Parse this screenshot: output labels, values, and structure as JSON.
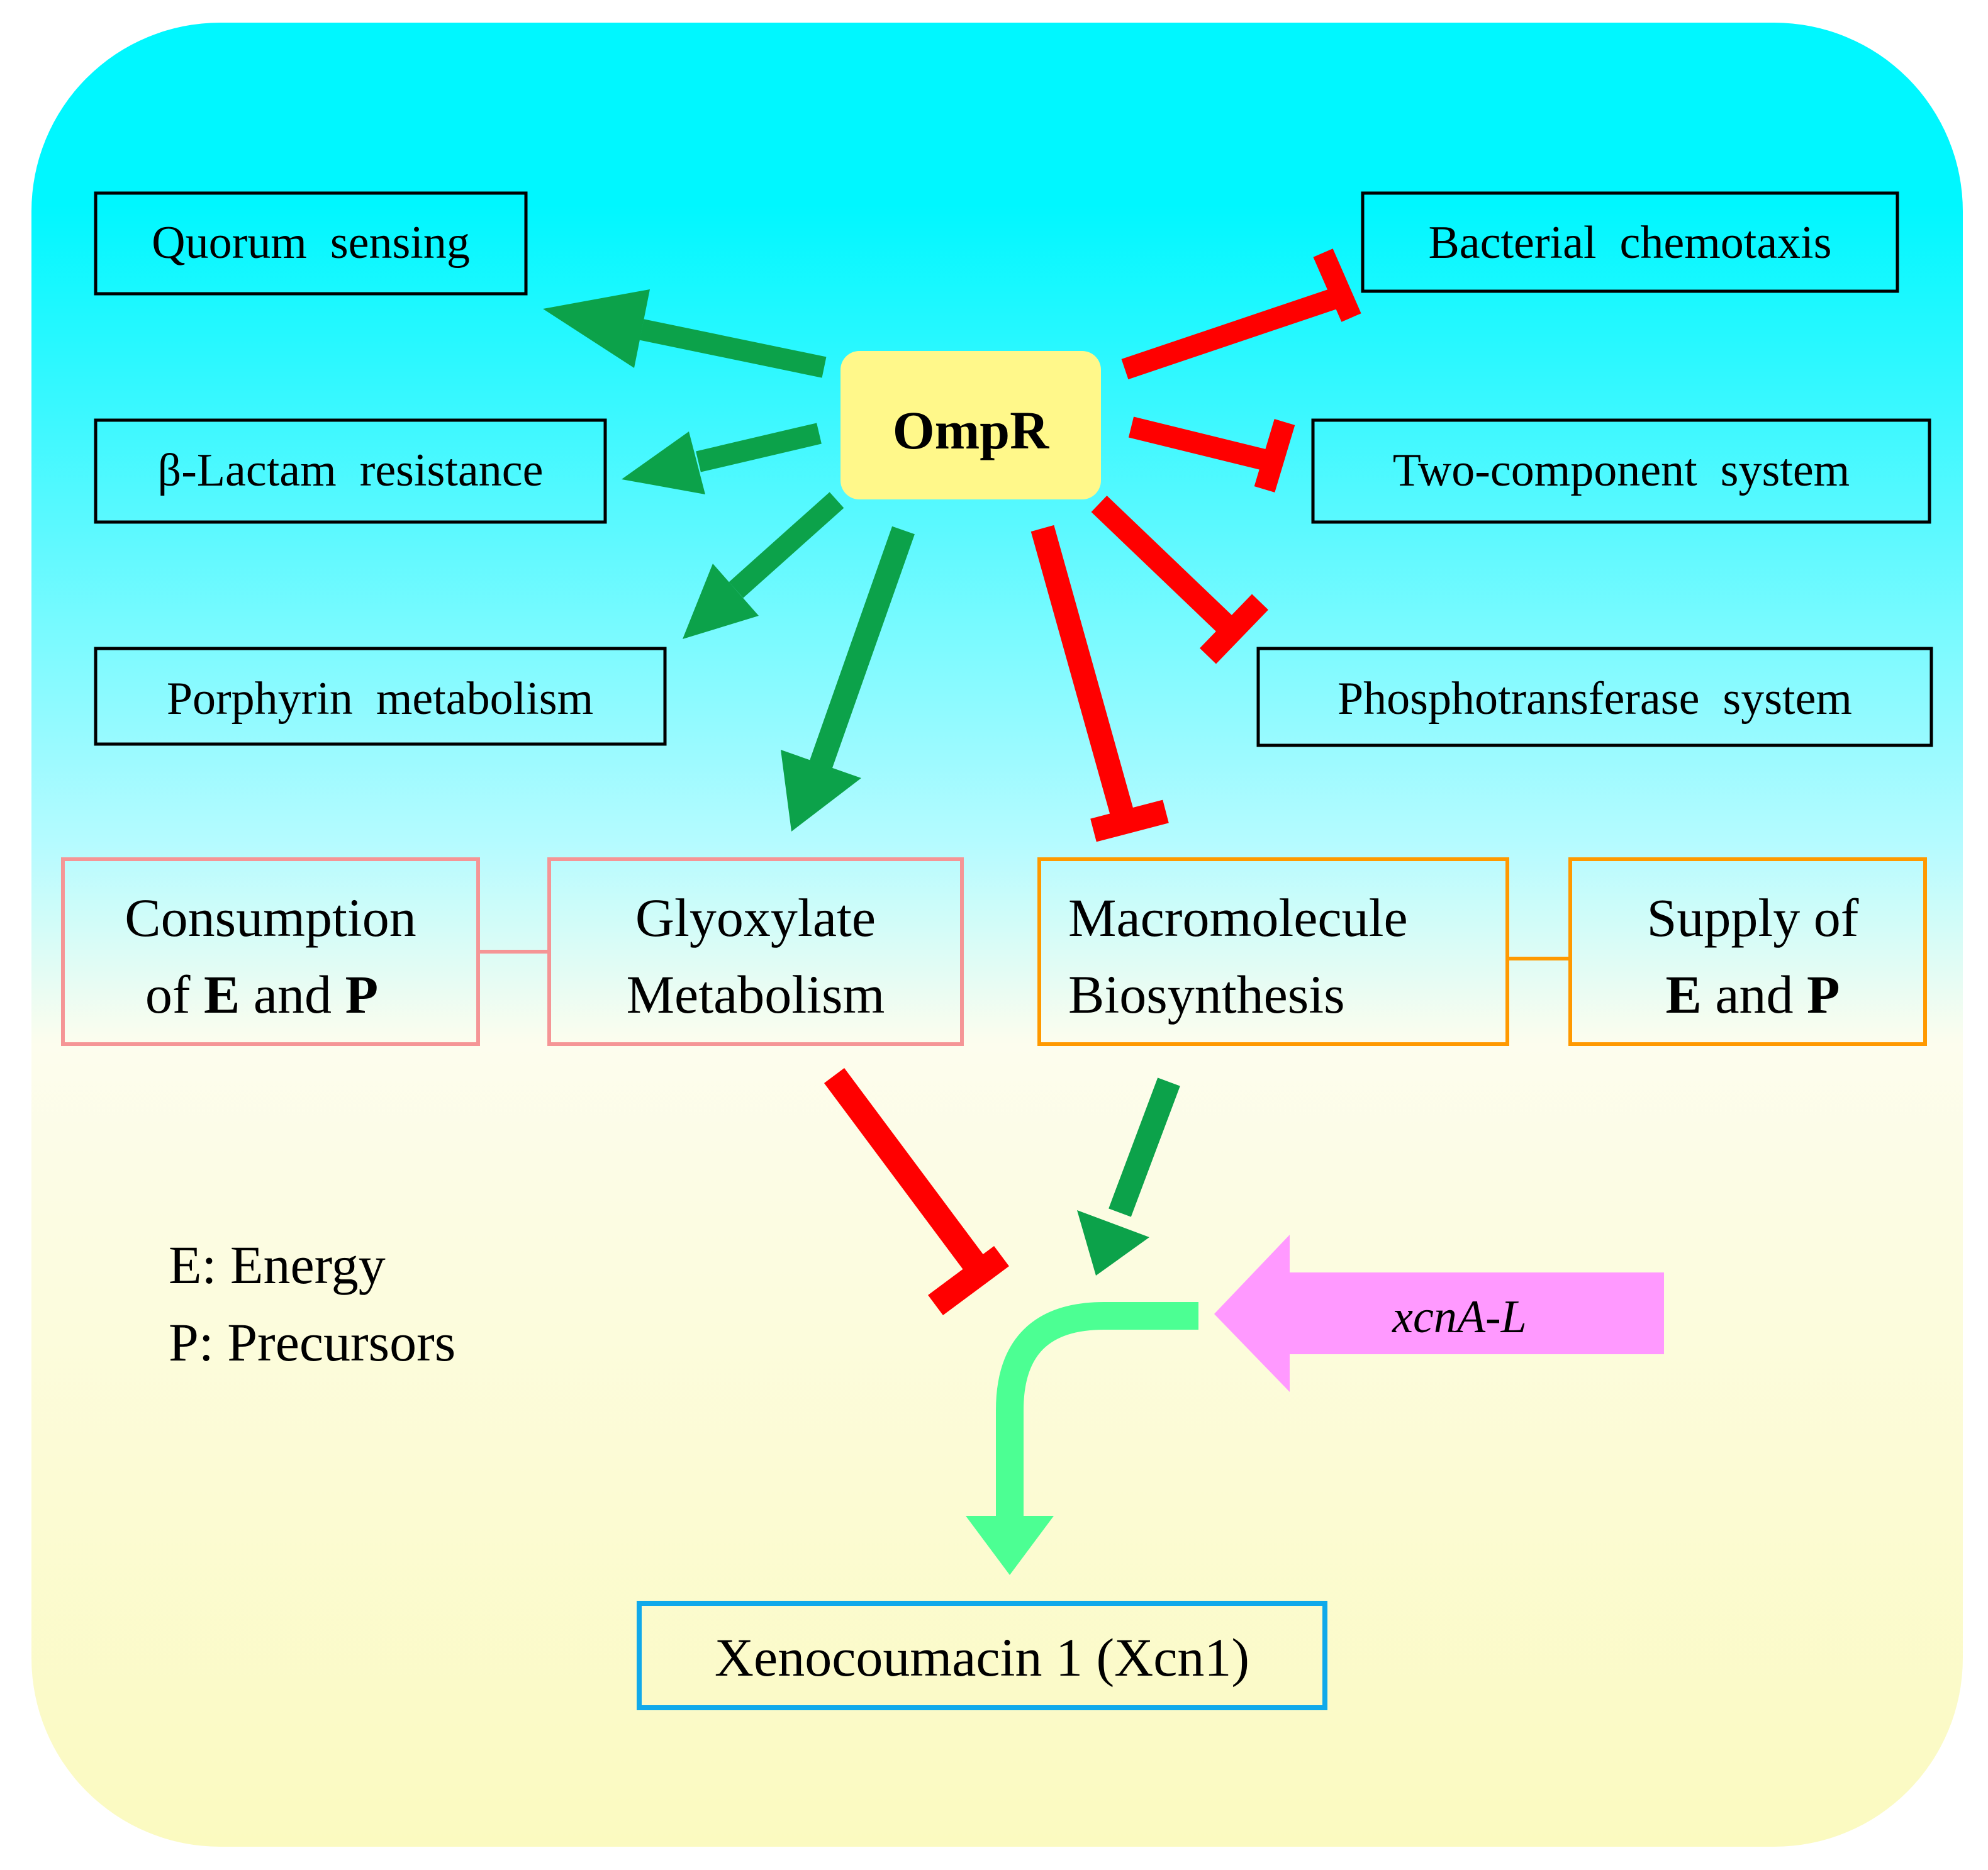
{
  "central": {
    "label": "OmpR"
  },
  "nodes": {
    "quorum": "Quorum  sensing",
    "lactam": "β-Lactam  resistance",
    "porphyrin": "Porphyrin  metabolism",
    "chemotaxis": "Bacterial  chemotaxis",
    "two_component": "Two-component  system",
    "phosphotransferase": "Phosphotransferase  system",
    "consumption": {
      "line1": "Consumption",
      "line2_prefix": "of ",
      "e": "E",
      "and": " and ",
      "p": "P"
    },
    "glyoxylate": {
      "line1": "Glyoxylate",
      "line2": "Metabolism"
    },
    "macromolecule": {
      "line1": "Macromolecule",
      "line2": "Biosynthesis"
    },
    "supply": {
      "line1": "Supply of",
      "e": "E",
      "and": " and ",
      "p": "P"
    },
    "xcn1": "Xenocoumacin 1 (Xcn1)",
    "gene": "xcnA-L"
  },
  "legend": {
    "e": "E: Energy",
    "p": "P: Precursors"
  },
  "colors": {
    "background_top": "#00F7FF",
    "background_bottom": "#FBFAC0",
    "ompr_fill": "#FFF88A",
    "activate": "#0CA24A",
    "inhibit": "#FF0000",
    "pink_border": "#F59596",
    "orange_border": "#FF9900",
    "blue_border": "#10A9EA",
    "bent_arrow": "#4CFF93",
    "gene_arrow": "#FF99FF"
  },
  "relations": [
    {
      "from": "OmpR",
      "to": "Quorum sensing",
      "type": "activate"
    },
    {
      "from": "OmpR",
      "to": "β-Lactam resistance",
      "type": "activate"
    },
    {
      "from": "OmpR",
      "to": "Porphyrin metabolism",
      "type": "activate"
    },
    {
      "from": "OmpR",
      "to": "Glyoxylate Metabolism",
      "type": "activate"
    },
    {
      "from": "OmpR",
      "to": "Macromolecule Biosynthesis",
      "type": "inhibit"
    },
    {
      "from": "OmpR",
      "to": "Bacterial chemotaxis",
      "type": "inhibit"
    },
    {
      "from": "OmpR",
      "to": "Two-component system",
      "type": "inhibit"
    },
    {
      "from": "OmpR",
      "to": "Phosphotransferase system",
      "type": "inhibit"
    },
    {
      "from": "Glyoxylate Metabolism",
      "to": "Xenocoumacin 1 (Xcn1)",
      "type": "inhibit"
    },
    {
      "from": "Macromolecule Biosynthesis",
      "to": "Xenocoumacin 1 (Xcn1)",
      "type": "activate"
    }
  ]
}
